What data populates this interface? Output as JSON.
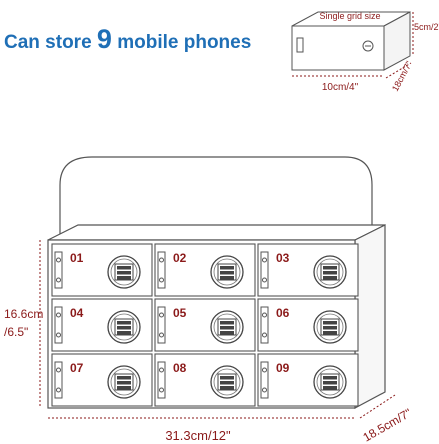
{
  "headline": {
    "prefix": "Can store ",
    "count": "9",
    "suffix": " mobile phones"
  },
  "single_grid": {
    "title": "Single grid size",
    "height": "5cm/2\"",
    "depth": "18cm/7\"",
    "width": "10cm/4\""
  },
  "cabinet": {
    "compartments": [
      "01",
      "02",
      "03",
      "04",
      "05",
      "06",
      "07",
      "08",
      "09"
    ],
    "height_label_1": "16.6cm",
    "height_label_2": "/6.5\"",
    "width_label": "31.3cm/12\"",
    "depth_label": "18.5cm/7\""
  },
  "colors": {
    "headline": "#1f6fb6",
    "number": "#8b1a1a",
    "dimension": "#8b1a1a",
    "outline": "#555555"
  }
}
